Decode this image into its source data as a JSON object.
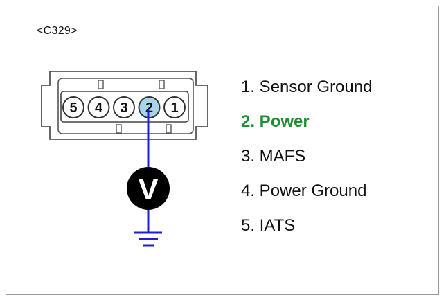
{
  "connector": {
    "id": "<C329>",
    "pins": [
      "5",
      "4",
      "3",
      "2",
      "1"
    ],
    "measured_pin": "2"
  },
  "meter": {
    "symbol": "V"
  },
  "legend": {
    "items": [
      {
        "text": "1. Sensor Ground",
        "highlight": false
      },
      {
        "text": "2. Power",
        "highlight": true
      },
      {
        "text": "3. MAFS",
        "highlight": false
      },
      {
        "text": "4. Power Ground",
        "highlight": false
      },
      {
        "text": "5. IATS",
        "highlight": false
      }
    ]
  },
  "colors": {
    "highlight": "#1e8f2e",
    "wire": "#1f1fd1",
    "measured_pin_fill": "#a9d5ea",
    "text": "#111111",
    "frame": "#9a9a9a"
  }
}
